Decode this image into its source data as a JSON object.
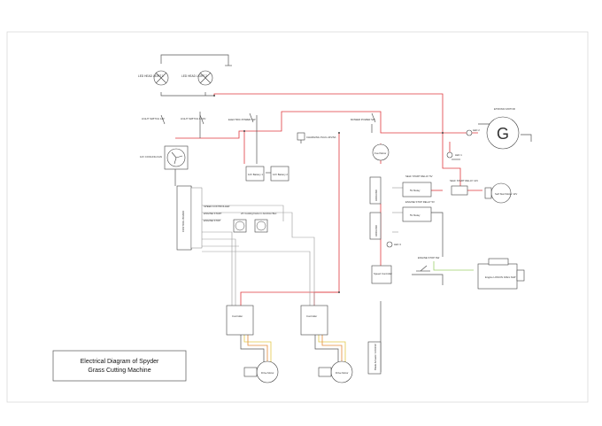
{
  "diagram": {
    "title_line1": "Electrical Diagram of Spyder",
    "title_line2": "Grass Cutting Machine",
    "lights": [
      {
        "label": "LED HEAD LIGHT 1"
      },
      {
        "label": "LED HEAD LIGHT 2"
      }
    ],
    "switches": {
      "light_switch": "LIGHT SWITCH 12V",
      "light_switch_2": "LIGHT SWITCH & 12V",
      "electric_power": "ELECTRIC POWER SW",
      "mower_power": "MOWER POWER SW"
    },
    "fan_label": "12V COOLING FAN",
    "batteries": [
      {
        "label": "12V Battery 1"
      },
      {
        "label": "12V Battery 2"
      }
    ],
    "charging_label": "CHARGING PLUG 24V/5A",
    "fuel_motor_label": "Fuel Motor",
    "generator": {
      "letter": "G",
      "label": "ETRONIC MOTOR"
    },
    "led_labels": [
      "LED 1",
      "LED 2",
      "LED 3"
    ],
    "terminal_block_label": "CONTROL BOARD",
    "terminal_labels": [
      "SPEED CONTROLLER",
      "ENGINE START",
      "ENGINE STOP"
    ],
    "cooling_fans_label": "2X Cooling Fans in Junction Box",
    "relays": [
      {
        "label": "SELF START RELAY 5V",
        "box": "5V Relay"
      },
      {
        "label": "SELF START RELAY 12V",
        "box": ""
      },
      {
        "label": "ENGINE STOP RELAY 5V",
        "box": "5V Relay"
      }
    ],
    "arduino_labels": [
      "ARDUINO",
      "ARDUINO"
    ],
    "starter_label": "Self Start Motor 12V",
    "speed_controller_label": "Speed Controller",
    "engine_stop_label": "ENGINE STOP SW",
    "engine_label": "Engine LONCIN 196cc 6HP",
    "actuator_label": "Blade Actuator 12V/24V",
    "controllers": [
      {
        "label": "Controller"
      },
      {
        "label": "Controller"
      }
    ],
    "drive_motors": [
      {
        "label": "Drive Motor"
      },
      {
        "label": "Drive Motor"
      }
    ],
    "colors": {
      "power": "#e0393e",
      "signal": "#999999",
      "ground": "#555555",
      "phase_a": "#e3c84a",
      "phase_b": "#e58a3a",
      "sensor": "#9ccf6b"
    }
  }
}
